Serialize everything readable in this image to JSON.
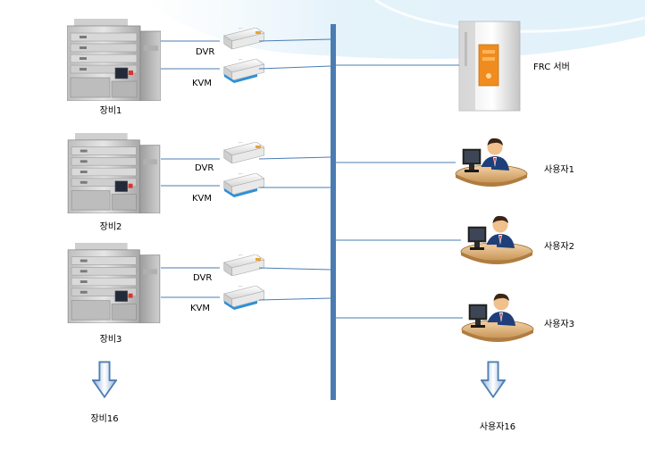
{
  "equipment": [
    {
      "label": "장비1",
      "dvr": "DVR",
      "kvm": "KVM"
    },
    {
      "label": "장비2",
      "dvr": "DVR",
      "kvm": "KVM"
    },
    {
      "label": "장비3",
      "dvr": "DVR",
      "kvm": "KVM"
    }
  ],
  "equipment_more": "장비16",
  "server": {
    "label": "FRC 서버"
  },
  "users": [
    {
      "label": "사용자1"
    },
    {
      "label": "사용자2"
    },
    {
      "label": "사용자3"
    }
  ],
  "users_more": "사용자16",
  "colors": {
    "bus": "#4a7cb3",
    "link": "#4a7cb3",
    "arrow": "#4f7fb4",
    "kvm_accent": "#2f8fd6",
    "dvr_accent": "#e8a33a",
    "desk": "#d9b27c",
    "person_suit": "#1f3f7a"
  }
}
